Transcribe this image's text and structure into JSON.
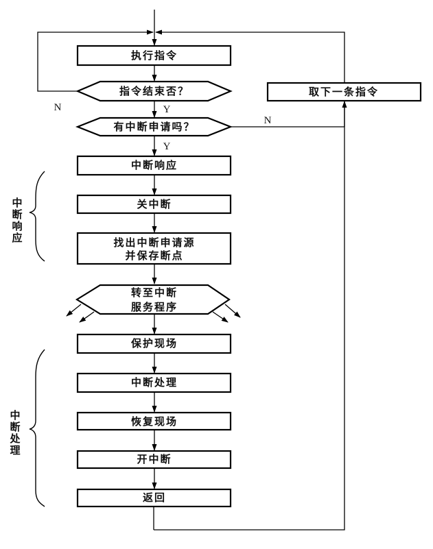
{
  "diagram": {
    "title": "中断处理流程图",
    "nodes": {
      "exec": "执行指令",
      "instr_end": "指令结束否？",
      "has_irq": "有中断申请吗？",
      "irq_response": "中断响应",
      "disable_irq": "关中断",
      "find_src_line1": "找出中断申请源",
      "find_src_line2": "并保存断点",
      "goto_isr_line1": "转至中断",
      "goto_isr_line2": "服务程序",
      "save_context": "保护现场",
      "irq_process": "中断处理",
      "restore_context": "恢复现场",
      "enable_irq": "开中断",
      "return": "返回",
      "fetch_next": "取下一条指令"
    },
    "edge_labels": {
      "instr_end_no": "N",
      "instr_end_yes": "Y",
      "has_irq_no": "N",
      "has_irq_yes": "Y"
    },
    "groups": {
      "response": [
        "中",
        "断",
        "响",
        "应"
      ],
      "processing": [
        "中",
        "断",
        "处",
        "理"
      ]
    }
  }
}
